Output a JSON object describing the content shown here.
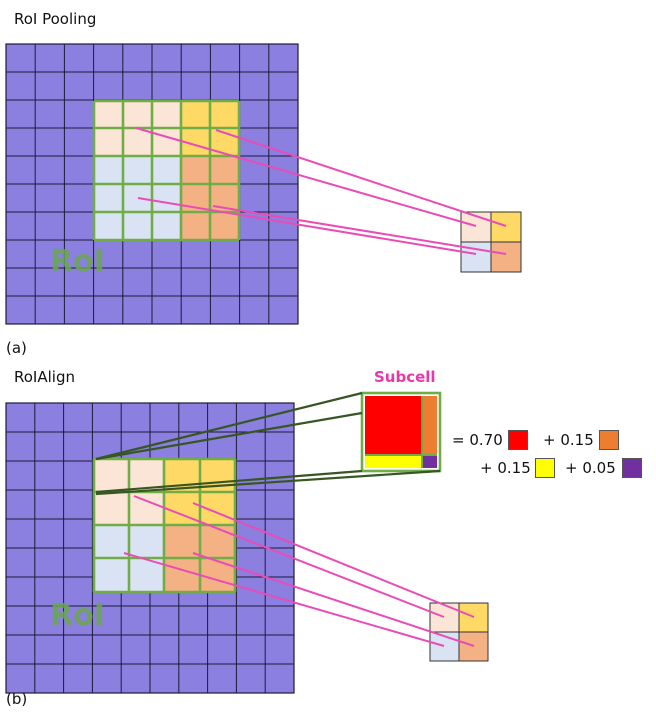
{
  "panel_a": {
    "title": "RoI Pooling",
    "caption": "(a)",
    "roi_label": "RoI"
  },
  "panel_b": {
    "title": "RoIAlign",
    "caption": "(b)",
    "roi_label": "RoI",
    "subcell_label": "Subcell",
    "weights": [
      {
        "text": "= 0.70",
        "color": "#ff0000"
      },
      {
        "text": "+ 0.15",
        "color": "#ed7d31"
      },
      {
        "text": "+ 0.15",
        "color": "#ffff00"
      },
      {
        "text": "+ 0.05",
        "color": "#7030a0"
      }
    ]
  },
  "colors": {
    "grid_fill": "#8b7fdf",
    "grid_line": "#1e1a3a",
    "roi_border": "#70ad47",
    "cell_peach": "#fbe5d6",
    "cell_gold": "#ffd966",
    "cell_blue": "#dae3f3",
    "cell_orange": "#f4b183",
    "connector_pink": "#e84cb6",
    "connector_green": "#375623"
  }
}
